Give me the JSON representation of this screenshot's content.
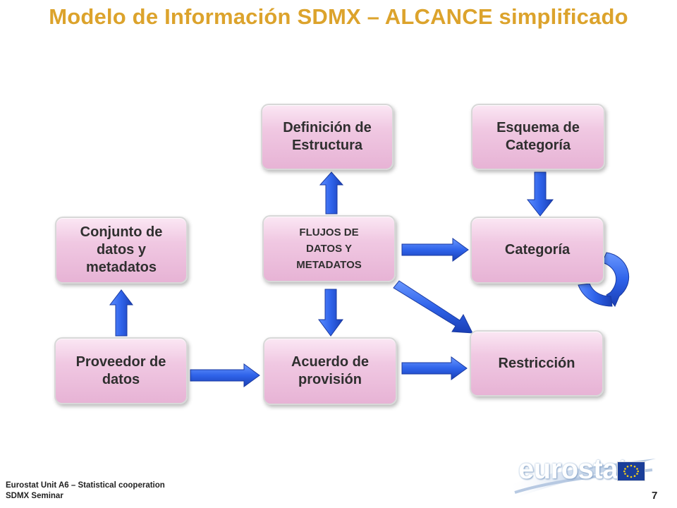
{
  "title": "Modelo de Información SDMX – ALCANCE simplificado",
  "boxes": {
    "definicion": "Definición de\nEstructura",
    "esquema": "Esquema de\nCategoría",
    "conjunto": "Conjunto de\ndatos y\nmetadatos",
    "flujos": "FLUJOS DE\nDATOS Y\nMETADATOS",
    "categoria": "Categoría",
    "proveedor": "Proveedor de\ndatos",
    "acuerdo": "Acuerdo de\nprovisión",
    "restriccion": "Restricción"
  },
  "footer": {
    "line1": "Eurostat Unit  A6 – Statistical cooperation",
    "line2": "SDMX Seminar",
    "page": "7",
    "logo_text": "eurostat"
  },
  "colors": {
    "title": "#dca32c",
    "box_fill": "#ecc0dd",
    "arrow": "#2f5fe0"
  }
}
